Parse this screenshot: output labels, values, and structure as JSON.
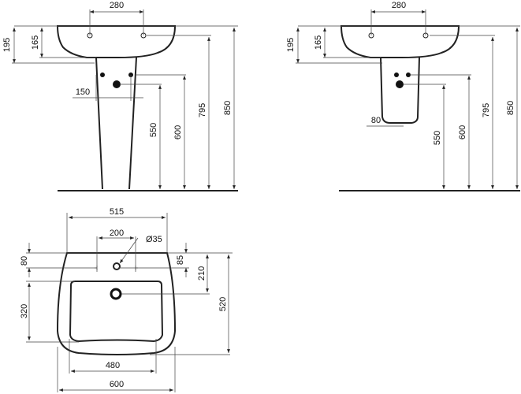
{
  "side_view_pedestal": {
    "d_tap_spacing": "280",
    "d_195": "195",
    "d_165": "165",
    "d_150": "150",
    "d_550": "550",
    "d_600": "600",
    "d_795": "795",
    "d_850": "850"
  },
  "side_view_semipedestal": {
    "d_tap_spacing": "280",
    "d_195": "195",
    "d_165": "165",
    "d_80": "80",
    "d_550": "550",
    "d_600": "600",
    "d_795": "795",
    "d_850": "850"
  },
  "plan_view": {
    "d_515": "515",
    "d_200": "200",
    "d_hole": "Ø35",
    "d_80": "80",
    "d_320": "320",
    "d_85": "85",
    "d_210": "210",
    "d_520": "520",
    "d_480": "480",
    "d_600": "600"
  }
}
